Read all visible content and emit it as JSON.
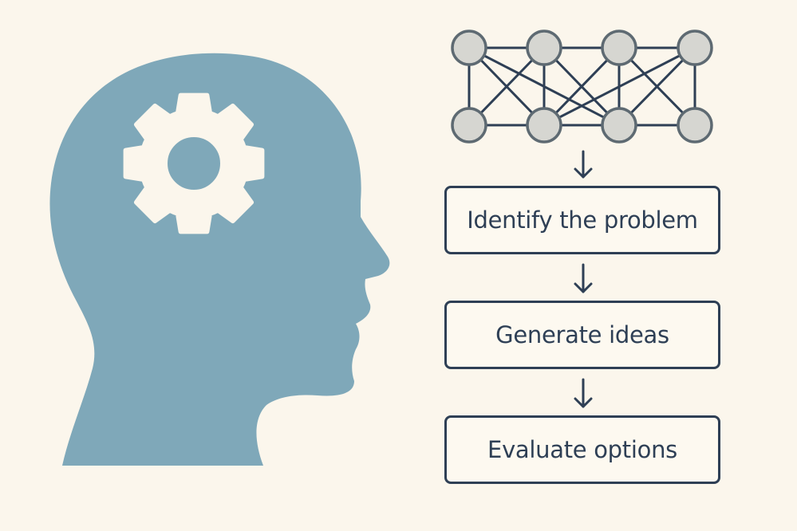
{
  "colors": {
    "background": "#fbf6ec",
    "head": "#7fa8b9",
    "gear": "#fbf6ec",
    "ink": "#2e3f55",
    "node_fill": "#d6d6d1",
    "node_stroke": "#5e6a72"
  },
  "icons": {
    "head": "head-silhouette-icon",
    "gear": "gear-icon",
    "arrow": "arrow-down-icon"
  },
  "network": {
    "top_layer_nodes": 4,
    "bottom_layer_nodes": 4
  },
  "steps": [
    {
      "label": "Identify the problem"
    },
    {
      "label": "Generate ideas"
    },
    {
      "label": "Evaluate options"
    }
  ]
}
